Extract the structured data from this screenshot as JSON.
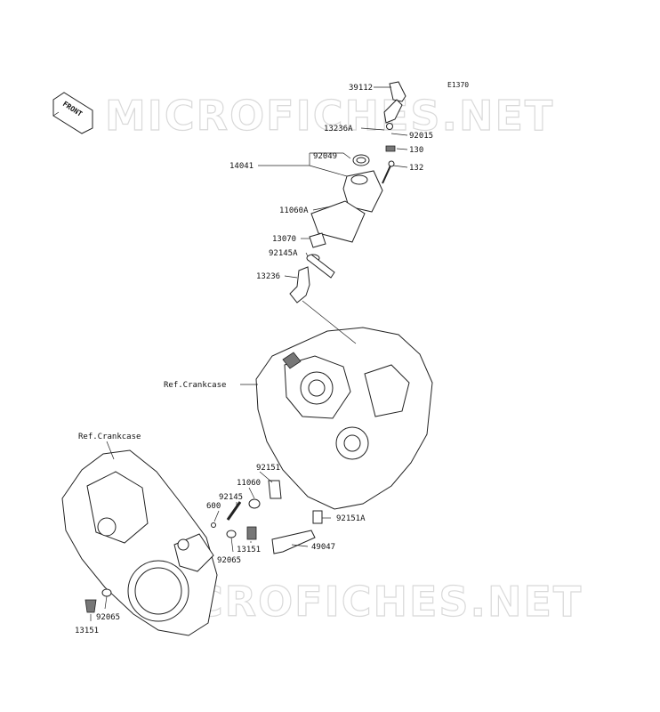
{
  "diagram": {
    "code": "E1370",
    "front_arrow_text": "FRONT",
    "watermark": "MICROFICHES.NET",
    "labels": {
      "l39112": "39112",
      "l13236A": "13236A",
      "l92015": "92015",
      "l130": "130",
      "l14041": "14041",
      "l92049": "92049",
      "l132": "132",
      "l11060A": "11060A",
      "l13070": "13070",
      "l92145A": "92145A",
      "l13236": "13236",
      "refcrank1": "Ref.Crankcase",
      "refcrank2": "Ref.Crankcase",
      "l92151": "92151",
      "l11060": "11060",
      "l92145": "92145",
      "l600": "600",
      "l92151A": "92151A",
      "l49047": "49047",
      "l13151a": "13151",
      "l92065a": "92065",
      "l92065b": "92065",
      "l13151b": "13151"
    }
  }
}
